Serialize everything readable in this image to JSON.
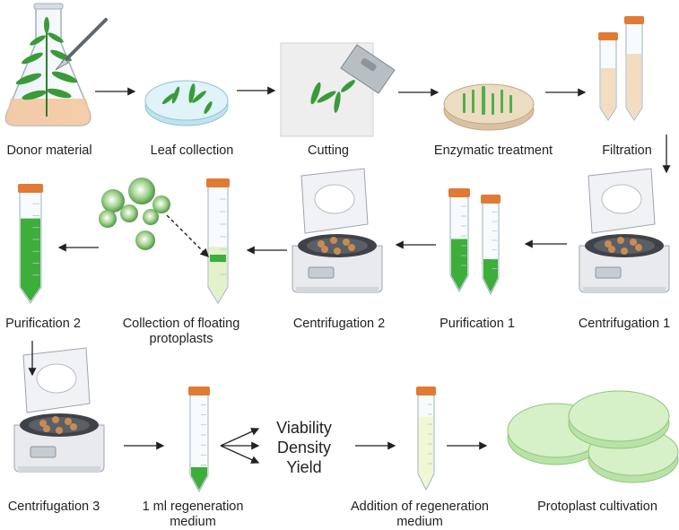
{
  "steps": {
    "donor": "Donor material",
    "leaf": "Leaf collection",
    "cutting": "Cutting",
    "enzymatic": "Enzymatic treatment",
    "filtration": "Filtration",
    "centrifugation1": "Centrifugation 1",
    "purification1": "Purification 1",
    "centrifugation2": "Centrifugation 2",
    "collection_line1": "Collection of floating",
    "collection_line2": "protoplasts",
    "purification2": "Purification 2",
    "centrifugation3": "Centrifugation 3",
    "regen1_line1": "1 ml regeneration",
    "regen1_line2": "medium",
    "regen2_line1": "Addition of regeneration",
    "regen2_line2": "medium",
    "cultivation": "Protoplast cultivation"
  },
  "metrics": {
    "viability": "Viability",
    "density": "Density",
    "yield": "Yield"
  },
  "colors": {
    "cap": "#e07a35",
    "green": "#3dae3a",
    "beige": "#f3dcc0",
    "centrifuge_body": "#e9eaee",
    "dish_green": "#c9ebb9"
  }
}
